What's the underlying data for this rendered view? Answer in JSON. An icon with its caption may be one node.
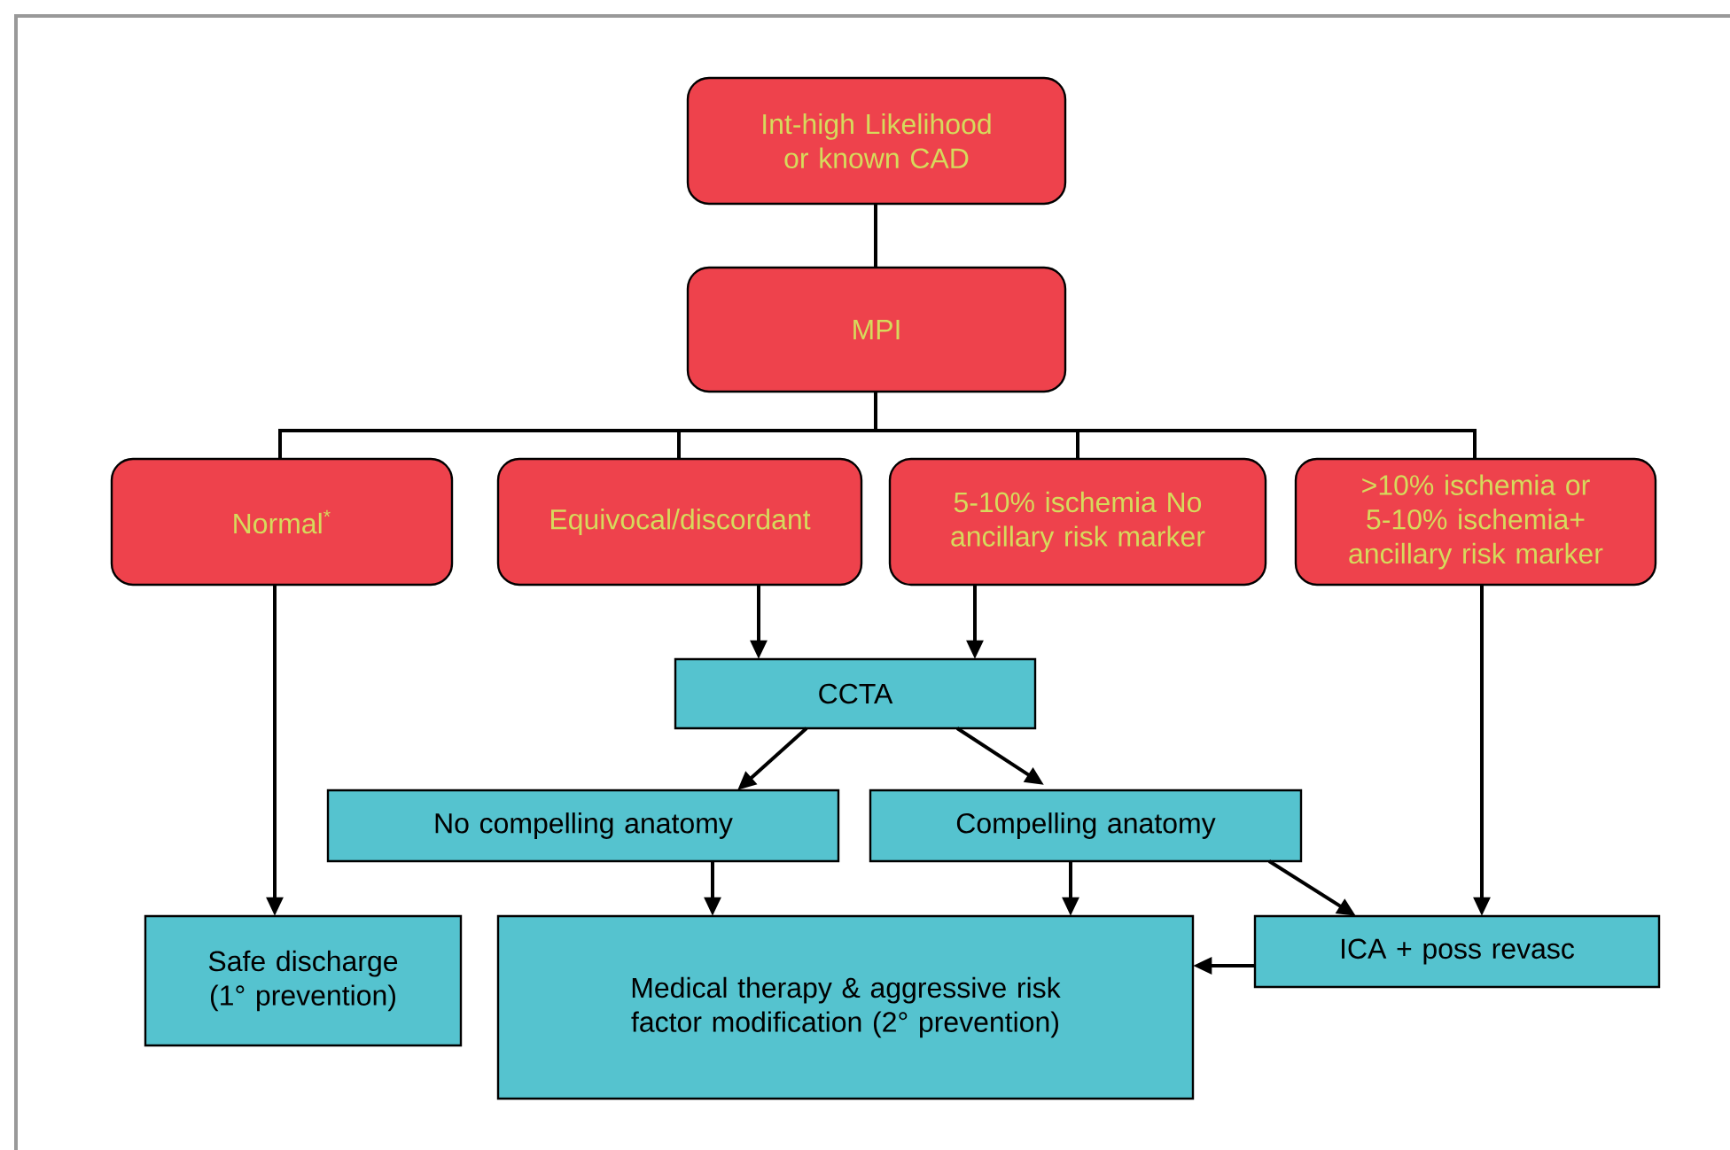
{
  "diagram": {
    "nodes": [
      {
        "text": [
          "Int-high Likelihood or known CAD"
        ]
      },
      {
        "text": [
          "MPI"
        ]
      },
      {
        "text": [
          "Normal$^{*}$"
        ]
      },
      {
        "text": [
          "Equivocal/discordant"
        ]
      },
      {
        "text": [
          "5-10% ischemia No ancillary risk marker"
        ]
      },
      {
        "text": [
          ">10% ischemia or 5-10% ischemia+ ancillary risk marker"
        ]
      },
      {
        "text": [
          "CCTA"
        ]
      },
      {
        "text": [
          "No compelling anatomy"
        ]
      },
      {
        "text": [
          "Compelling anatomy"
        ]
      },
      {
        "text": [
          "Safe discharge (1° prevention)"
        ]
      },
      {
        "text": [
          "Medical therapy & aggressive risk factor modification (2° prevention)"
        ]
      },
      {
        "text": [
          "ICA + poss revasc"
        ]
      }
    ],
    "edges": [
      {
        "from": 0,
        "to": 1,
        "arrow": "none"
      },
      {
        "from": 1,
        "to": 2,
        "arrow": "none"
      },
      {
        "from": 1,
        "to": 3,
        "arrow": "none"
      },
      {
        "from": 1,
        "to": 4,
        "arrow": "none"
      },
      {
        "from": 1,
        "to": 5,
        "arrow": "none"
      },
      {
        "from": 2,
        "to": 9,
        "arrow": "to"
      },
      {
        "from": 3,
        "to": 6,
        "arrow": "to"
      },
      {
        "from": 4,
        "to": 6,
        "arrow": "to"
      },
      {
        "from": 6,
        "to": 7,
        "arrow": "to"
      },
      {
        "from": 6,
        "to": 8,
        "arrow": "to"
      },
      {
        "from": 7,
        "to": 10,
        "arrow": "to"
      },
      {
        "from": 8,
        "to": 10,
        "arrow": "to"
      },
      {
        "from": 8,
        "to": 11,
        "arrow": "to"
      },
      {
        "from": 5,
        "to": 11,
        "arrow": "to"
      },
      {
        "from": 11,
        "to": 10,
        "arrow": "to"
      }
    ]
  }
}
